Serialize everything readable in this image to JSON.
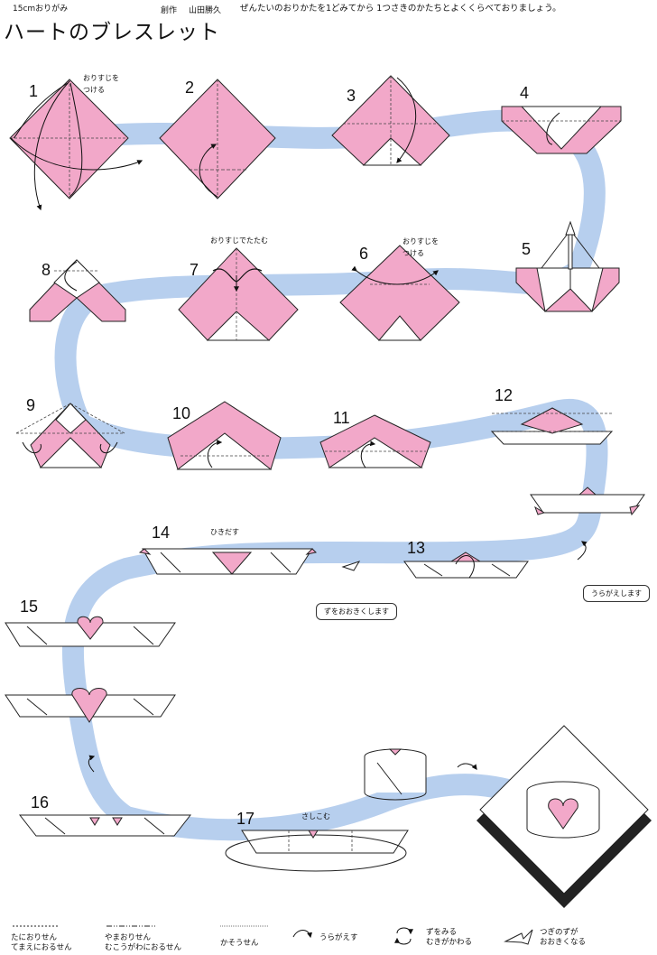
{
  "header": {
    "paper_size": "15cmおりがみ",
    "author_label": "創作",
    "author_name": "山田勝久",
    "instruction": "ぜんたいのおりかたを1どみてから 1つさきのかたちとよくくらべておりましょう。",
    "title": "ハートのブレスレット"
  },
  "steps": [
    {
      "num": "1",
      "note": "おりすじを\nつける"
    },
    {
      "num": "2",
      "note": ""
    },
    {
      "num": "3",
      "note": ""
    },
    {
      "num": "4",
      "note": ""
    },
    {
      "num": "5",
      "note": ""
    },
    {
      "num": "6",
      "note": "おりすじを\nつける"
    },
    {
      "num": "7",
      "note": "おりすじでたたむ"
    },
    {
      "num": "8",
      "note": ""
    },
    {
      "num": "9",
      "note": ""
    },
    {
      "num": "10",
      "note": ""
    },
    {
      "num": "11",
      "note": ""
    },
    {
      "num": "12",
      "note": ""
    },
    {
      "num": "13",
      "note": ""
    },
    {
      "num": "14",
      "note": "ひきだす"
    },
    {
      "num": "15",
      "note": ""
    },
    {
      "num": "16",
      "note": ""
    },
    {
      "num": "17",
      "note": "さしこむ"
    }
  ],
  "callouts": {
    "turn_over": "うらがえします",
    "enlarge": "ずをおおきくします"
  },
  "legend": [
    {
      "line1": "たにおりせん",
      "line2": "てまえにおるせん",
      "icon": "valley-fold-line"
    },
    {
      "line1": "やまおりせん",
      "line2": "むこうがわにおるせん",
      "icon": "mountain-fold-line"
    },
    {
      "line1": "かそうせん",
      "line2": "",
      "icon": "hidden-line"
    },
    {
      "line1": "うらがえす",
      "line2": "",
      "icon": "turn-over-icon"
    },
    {
      "line1": "ずをみる",
      "line2": "むきがかわる",
      "icon": "rotate-icon"
    },
    {
      "line1": "つぎのずが",
      "line2": "おおきくなる",
      "icon": "enlarge-icon"
    }
  ],
  "colors": {
    "paper_pink": "#f2a8c9",
    "paper_white": "#ffffff",
    "path_blue": "#b7cfee",
    "line": "#222222"
  }
}
